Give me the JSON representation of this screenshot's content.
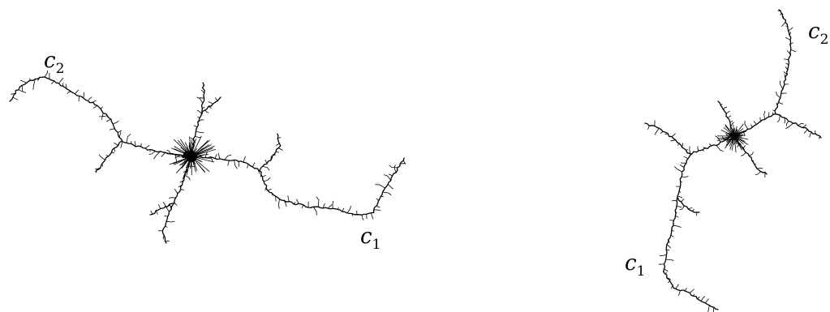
{
  "figures": [
    {
      "id": "left",
      "labels": [
        {
          "name": "c",
          "sub": "2"
        },
        {
          "name": "c",
          "sub": "1"
        }
      ]
    },
    {
      "id": "right",
      "labels": [
        {
          "name": "c",
          "sub": "2"
        },
        {
          "name": "c",
          "sub": "1"
        }
      ]
    }
  ],
  "colors": {
    "ink": "#000000",
    "background": "#ffffff"
  }
}
